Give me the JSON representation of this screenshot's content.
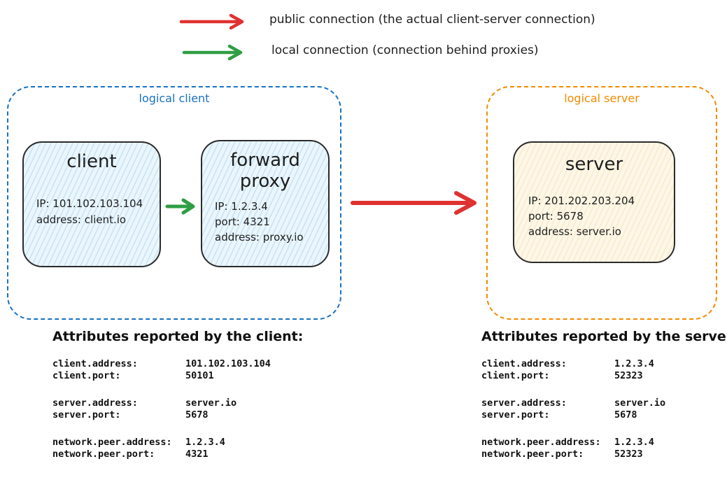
{
  "legend": {
    "public": {
      "label": "public connection (the actual client-server connection)",
      "color": "#e03131"
    },
    "local": {
      "label": "local connection (connection behind proxies)",
      "color": "#2f9e44"
    }
  },
  "logical_client": {
    "label": "logical client",
    "border_color": "#1971c2",
    "client_box": {
      "title": "client",
      "lines": [
        "IP: 101.102.103.104",
        "address: client.io"
      ]
    },
    "proxy_box": {
      "title": "forward proxy",
      "lines": [
        "IP: 1.2.3.4",
        "port: 4321",
        "address: proxy.io"
      ]
    }
  },
  "logical_server": {
    "label": "logical server",
    "border_color": "#f08c00",
    "server_box": {
      "title": "server",
      "lines": [
        "IP: 201.202.203.204",
        "port: 5678",
        "address: server.io"
      ]
    }
  },
  "client_attributes": {
    "title": "Attributes reported by the client:",
    "groups": [
      {
        "rows": [
          {
            "key": "client.address:",
            "value": "101.102.103.104"
          },
          {
            "key": "client.port:",
            "value": "50101"
          }
        ]
      },
      {
        "rows": [
          {
            "key": "server.address:",
            "value": "server.io"
          },
          {
            "key": "server.port:",
            "value": "5678"
          }
        ]
      },
      {
        "rows": [
          {
            "key": "network.peer.address:",
            "value": "1.2.3.4"
          },
          {
            "key": "network.peer.port:",
            "value": "4321"
          }
        ]
      }
    ]
  },
  "server_attributes": {
    "title": "Attributes reported by the server:",
    "groups": [
      {
        "rows": [
          {
            "key": "client.address:",
            "value": "1.2.3.4"
          },
          {
            "key": "client.port:",
            "value": "52323"
          }
        ]
      },
      {
        "rows": [
          {
            "key": "server.address:",
            "value": "server.io"
          },
          {
            "key": "server.port:",
            "value": "5678"
          }
        ]
      },
      {
        "rows": [
          {
            "key": "network.peer.address:",
            "value": "1.2.3.4"
          },
          {
            "key": "network.peer.port:",
            "value": "52323"
          }
        ]
      }
    ]
  }
}
